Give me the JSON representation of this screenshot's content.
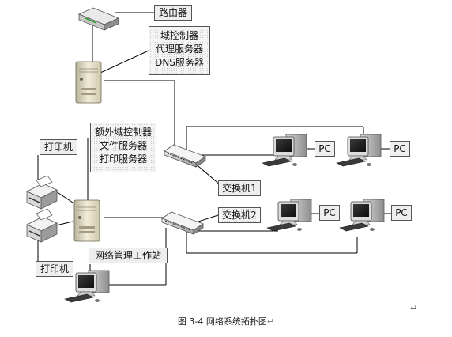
{
  "labels": {
    "router": "路由器",
    "domain_controller": "域控制器",
    "proxy_server": "代理服务器",
    "dns_server": "DNS服务器",
    "extra_domain_controller": "额外域控制器",
    "file_server": "文件服务器",
    "print_server": "打印服务器",
    "printer_top": "打印机",
    "printer_bottom": "打印机",
    "switch_1": "交换机1",
    "switch_2": "交换机2",
    "pc_1": "PC",
    "pc_2": "PC",
    "pc_3": "PC",
    "pc_4": "PC",
    "mgmt_workstation": "网络管理工作站"
  },
  "caption": "图 3-4 网络系统拓扑图",
  "return_mark": "↵",
  "caption_mark": "↵"
}
